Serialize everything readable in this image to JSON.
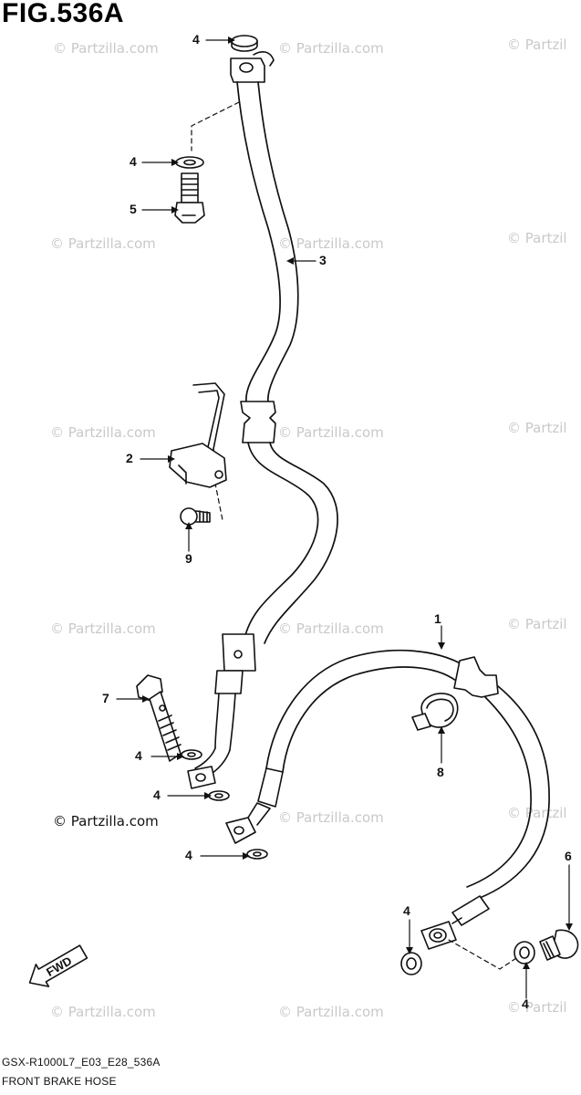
{
  "figure": {
    "title": "FIG.536A",
    "code": "GSX-R1000L7_E03_E28_536A",
    "caption": "FRONT BRAKE HOSE"
  },
  "watermark": {
    "text": "© Partzilla.com",
    "clipped_text": "© Partzil"
  },
  "direction_arrow": {
    "label": "FWD"
  },
  "callouts": {
    "c1": "1",
    "c2": "2",
    "c3": "3",
    "c4a": "4",
    "c4b": "4",
    "c4c": "4",
    "c4d": "4",
    "c4e": "4",
    "c4f": "4",
    "c4g": "4",
    "c5": "5",
    "c6": "6",
    "c7": "7",
    "c8": "8",
    "c9": "9"
  },
  "colors": {
    "line": "#111111",
    "watermark": "#c9c9c9",
    "background": "#ffffff"
  }
}
